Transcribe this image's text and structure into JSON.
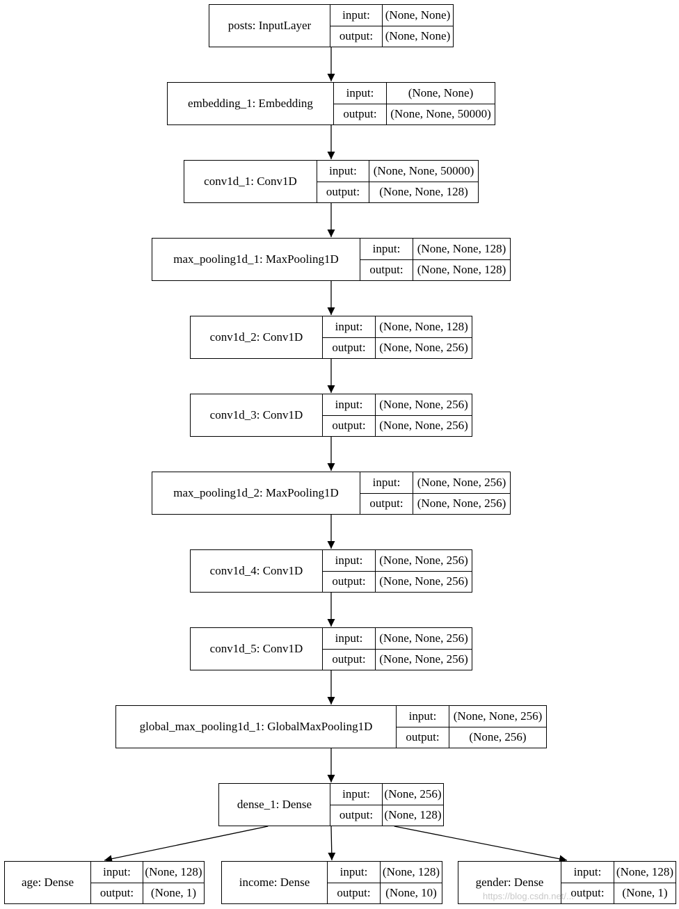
{
  "io_labels": {
    "input": "input:",
    "output": "output:"
  },
  "nodes": [
    {
      "id": "posts",
      "name": "posts: InputLayer",
      "input": "(None, None)",
      "output": "(None, None)"
    },
    {
      "id": "embedding-1",
      "name": "embedding_1: Embedding",
      "input": "(None, None)",
      "output": "(None, None, 50000)"
    },
    {
      "id": "conv1d-1",
      "name": "conv1d_1: Conv1D",
      "input": "(None, None, 50000)",
      "output": "(None, None, 128)"
    },
    {
      "id": "max-pooling1d-1",
      "name": "max_pooling1d_1: MaxPooling1D",
      "input": "(None, None, 128)",
      "output": "(None, None, 128)"
    },
    {
      "id": "conv1d-2",
      "name": "conv1d_2: Conv1D",
      "input": "(None, None, 128)",
      "output": "(None, None, 256)"
    },
    {
      "id": "conv1d-3",
      "name": "conv1d_3: Conv1D",
      "input": "(None, None, 256)",
      "output": "(None, None, 256)"
    },
    {
      "id": "max-pooling1d-2",
      "name": "max_pooling1d_2: MaxPooling1D",
      "input": "(None, None, 256)",
      "output": "(None, None, 256)"
    },
    {
      "id": "conv1d-4",
      "name": "conv1d_4: Conv1D",
      "input": "(None, None, 256)",
      "output": "(None, None, 256)"
    },
    {
      "id": "conv1d-5",
      "name": "conv1d_5: Conv1D",
      "input": "(None, None, 256)",
      "output": "(None, None, 256)"
    },
    {
      "id": "global-max-pooling1d-1",
      "name": "global_max_pooling1d_1: GlobalMaxPooling1D",
      "input": "(None, None, 256)",
      "output": "(None, 256)"
    },
    {
      "id": "dense-1",
      "name": "dense_1: Dense",
      "input": "(None, 256)",
      "output": "(None, 128)"
    },
    {
      "id": "age",
      "name": "age: Dense",
      "input": "(None, 128)",
      "output": "(None, 1)"
    },
    {
      "id": "income",
      "name": "income: Dense",
      "input": "(None, 128)",
      "output": "(None, 10)"
    },
    {
      "id": "gender",
      "name": "gender: Dense",
      "input": "(None, 128)",
      "output": "(None, 1)"
    }
  ],
  "edges": [
    [
      "posts",
      "embedding-1"
    ],
    [
      "embedding-1",
      "conv1d-1"
    ],
    [
      "conv1d-1",
      "max-pooling1d-1"
    ],
    [
      "max-pooling1d-1",
      "conv1d-2"
    ],
    [
      "conv1d-2",
      "conv1d-3"
    ],
    [
      "conv1d-3",
      "max-pooling1d-2"
    ],
    [
      "max-pooling1d-2",
      "conv1d-4"
    ],
    [
      "conv1d-4",
      "conv1d-5"
    ],
    [
      "conv1d-5",
      "global-max-pooling1d-1"
    ],
    [
      "global-max-pooling1d-1",
      "dense-1"
    ],
    [
      "dense-1",
      "age"
    ],
    [
      "dense-1",
      "income"
    ],
    [
      "dense-1",
      "gender"
    ]
  ],
  "watermark": "https://blog.csdn.net/..."
}
